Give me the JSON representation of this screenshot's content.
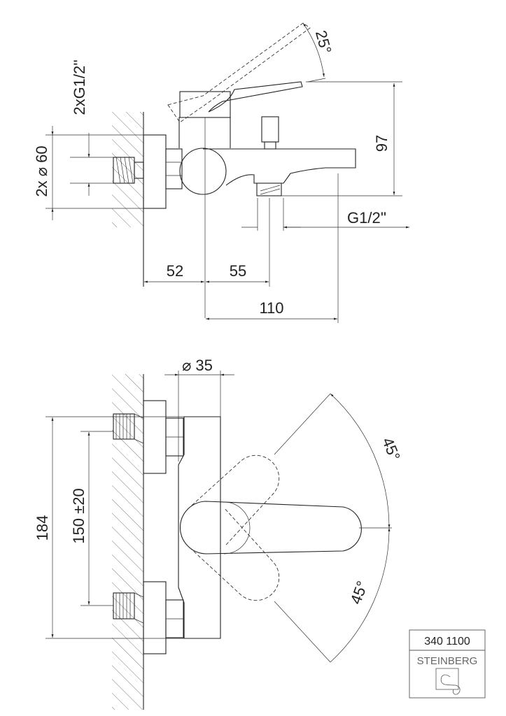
{
  "top_view": {
    "angle_lever": "25°",
    "height": "97",
    "outlet_thread": "G1/2''",
    "inlet_thread": "2xG1/2''",
    "flange_diameter": "2x ⌀ 60",
    "wall_to_center": "52",
    "center_to_outlet": "55",
    "spout_reach": "110"
  },
  "front_view": {
    "body_diameter": "⌀ 35",
    "overall_height": "184",
    "inlet_spacing": "150 ±20",
    "angle_up": "45°",
    "angle_down": "45°"
  },
  "title_block": {
    "article_number": "340 1100",
    "brand": "STEINBERG"
  }
}
